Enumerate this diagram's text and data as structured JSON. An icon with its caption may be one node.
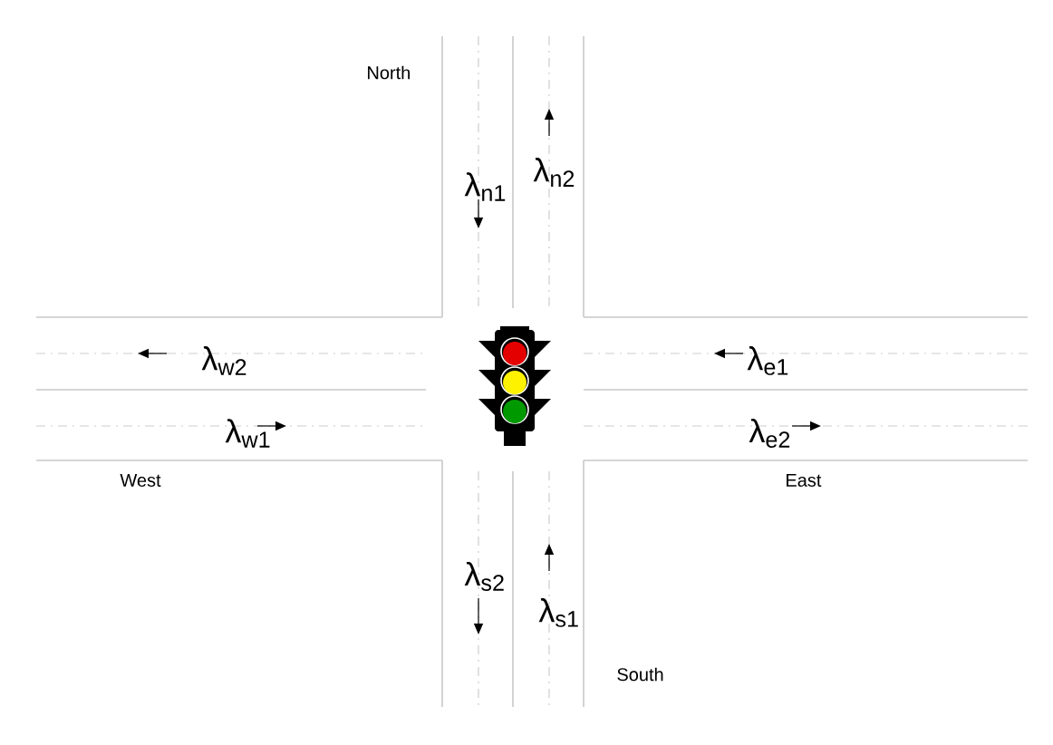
{
  "diagram": {
    "labels": [
      "North",
      "λ$_{n1}$",
      "λ$_{n2}$",
      "λ$_{w2}$",
      "λ$_{e1}$",
      "λ$_{w1}$",
      "λ$_{e2}$",
      "West",
      "East",
      "λ$_{s2}$",
      "λ$_{s1}$",
      "South"
    ]
  }
}
